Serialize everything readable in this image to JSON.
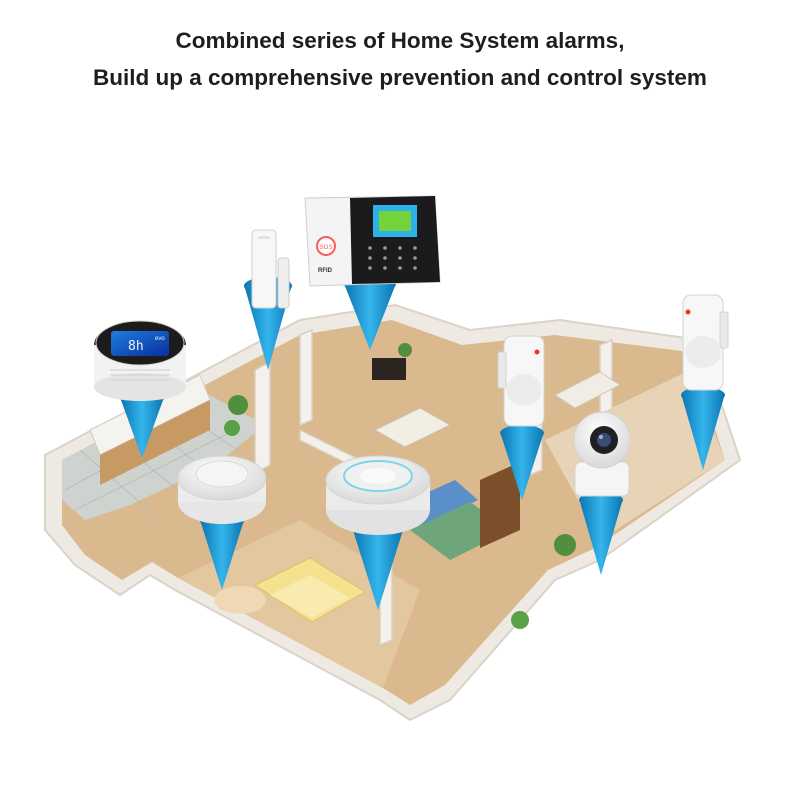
{
  "headline": {
    "line1": "Combined series of Home System alarms,",
    "line2": "Build up a comprehensive prevention and control system"
  },
  "panel": {
    "sos_label": "SOS",
    "rfid_label": "RFID"
  },
  "gas_detector": {
    "display_value": "8h",
    "unit": "evo"
  },
  "colors": {
    "pin_blue": "#2aa6e2",
    "pin_dark": "#0a76b4",
    "floor_wood": "#d9b98d",
    "wall": "#f2efe9",
    "device_white": "#f6f6f6"
  },
  "icons": [
    "alarm-panel-icon",
    "door-sensor-icon",
    "gas-detector-icon",
    "smoke-detector-icon",
    "pir-sensor-icon",
    "ip-camera-icon"
  ]
}
